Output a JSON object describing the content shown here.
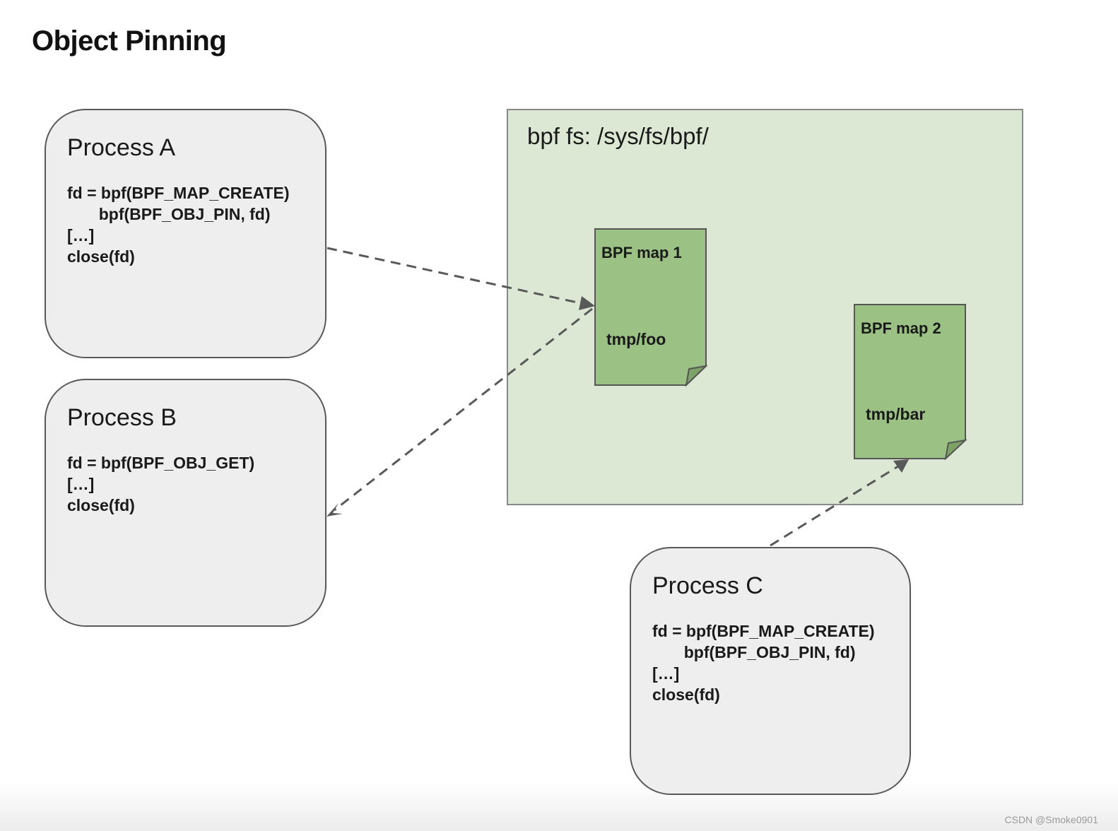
{
  "title": "Object Pinning",
  "processes": {
    "a": {
      "name": "Process A",
      "code": "fd = bpf(BPF_MAP_CREATE)\n       bpf(BPF_OBJ_PIN, fd)\n[…]\nclose(fd)"
    },
    "b": {
      "name": "Process B",
      "code": "fd = bpf(BPF_OBJ_GET)\n[…]\nclose(fd)"
    },
    "c": {
      "name": "Process C",
      "code": "fd = bpf(BPF_MAP_CREATE)\n       bpf(BPF_OBJ_PIN, fd)\n[…]\nclose(fd)"
    }
  },
  "bpffs": {
    "label": "bpf fs: /sys/fs/bpf/"
  },
  "maps": {
    "map1": {
      "name": "BPF map 1",
      "path": "tmp/foo"
    },
    "map2": {
      "name": "BPF map 2",
      "path": "tmp/bar"
    }
  },
  "colors": {
    "process_fill": "#eeeeee",
    "bpffs_fill": "#dce8d4",
    "map_fill": "#9cc184",
    "arrow": "#595959"
  },
  "watermark": "CSDN @Smoke0901"
}
